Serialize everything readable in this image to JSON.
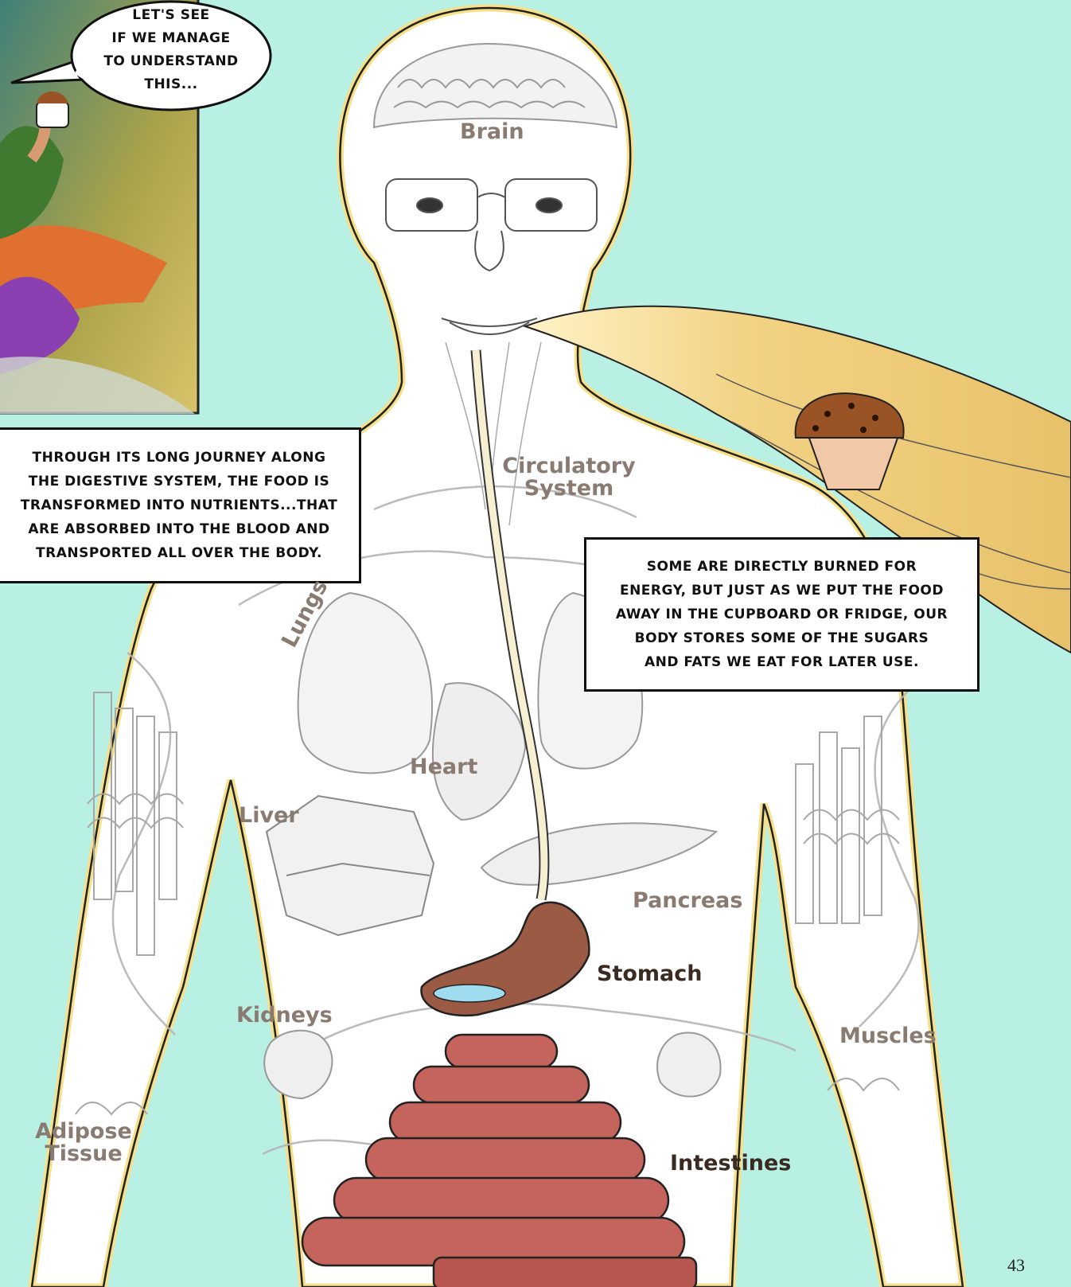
{
  "speech_bubble": {
    "lines": [
      "LET'S SEE",
      "IF WE MANAGE",
      "TO UNDERSTAND",
      "THIS..."
    ]
  },
  "caption_left": {
    "lines": [
      "THROUGH ITS LONG JOURNEY ALONG",
      "THE DIGESTIVE SYSTEM, THE FOOD IS",
      "TRANSFORMED INTO NUTRIENTS...THAT",
      "ARE ABSORBED INTO THE BLOOD AND",
      "TRANSPORTED ALL OVER THE BODY."
    ]
  },
  "caption_right": {
    "lines": [
      "SOME ARE DIRECTLY BURNED FOR",
      "ENERGY, BUT JUST AS WE PUT THE FOOD",
      "AWAY IN THE CUPBOARD OR FRIDGE, OUR",
      "BODY STORES SOME OF THE SUGARS",
      "AND FATS WE EAT FOR LATER USE."
    ]
  },
  "labels": {
    "brain": "Brain",
    "circulatory_1": "Circulatory",
    "circulatory_2": "System",
    "lungs": "Lungs",
    "heart": "Heart",
    "liver": "Liver",
    "pancreas": "Pancreas",
    "stomach": "Stomach",
    "kidneys": "Kidneys",
    "muscles": "Muscles",
    "adipose_1": "Adipose",
    "adipose_2": "Tissue",
    "intestines": "Intestines"
  },
  "page_number": "43",
  "colors": {
    "background": "#b8f0e4",
    "body_outline": "#f6e08a",
    "food_stream": "#f0cf7a",
    "organ_label": "#8a7b72",
    "intestine": "#c4645c",
    "stomach": "#9a5a44"
  }
}
